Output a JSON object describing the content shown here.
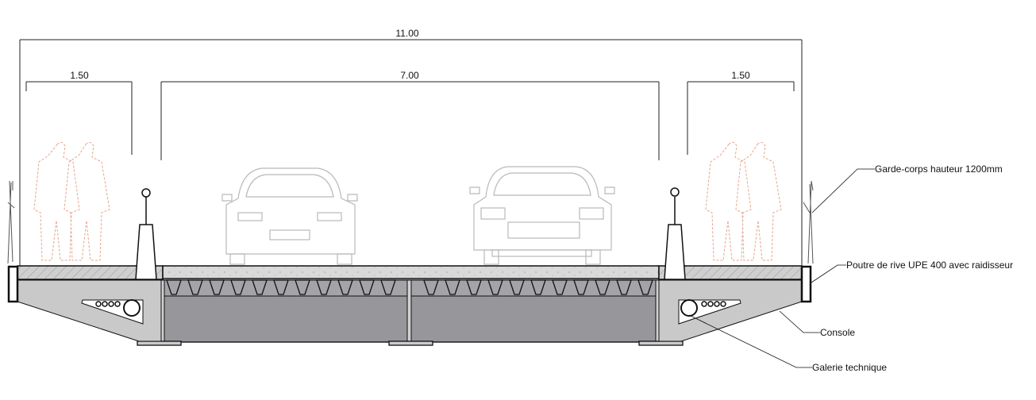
{
  "dimensions": {
    "total_width": "11.00",
    "left_sidewalk": "1.50",
    "roadway": "7.00",
    "right_sidewalk": "1.50"
  },
  "annotations": {
    "railing": "Garde-corps hauteur 1200mm",
    "edge_beam": "Poutre de rive UPE 400 avec raidisseur",
    "console": "Console",
    "utility_gallery": "Galerie technique"
  },
  "colors": {
    "girder": "#97979b",
    "console": "#c9c9c9",
    "people": "#e8a58a",
    "cars": "#b9b9b9"
  }
}
